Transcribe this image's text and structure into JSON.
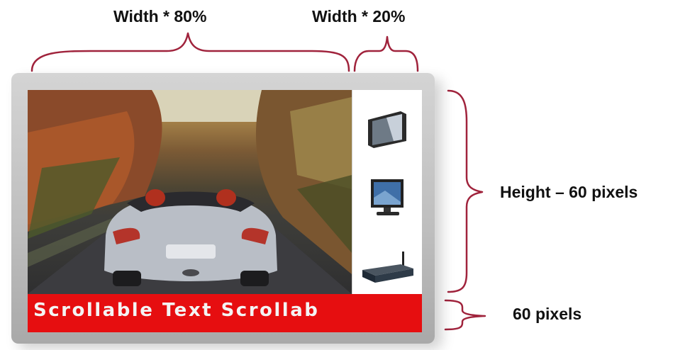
{
  "annotations": {
    "width_main": "Width * 80%",
    "width_side": "Width * 20%",
    "height_main": "Height – 60 pixels",
    "height_ticker": "60 pixels"
  },
  "ticker": {
    "text": "Scrollable Text  Scrollab",
    "background_color": "#e60e10",
    "text_color": "#f4f4f4"
  },
  "sidebar": {
    "items": [
      {
        "icon": "flat-panel-display-icon"
      },
      {
        "icon": "lcd-monitor-icon"
      },
      {
        "icon": "media-player-router-icon"
      }
    ]
  },
  "main_content": {
    "image": "silver-convertible-car-photo"
  },
  "colors": {
    "bracket": "#a0233c",
    "bezel": "#c4c4c4"
  }
}
